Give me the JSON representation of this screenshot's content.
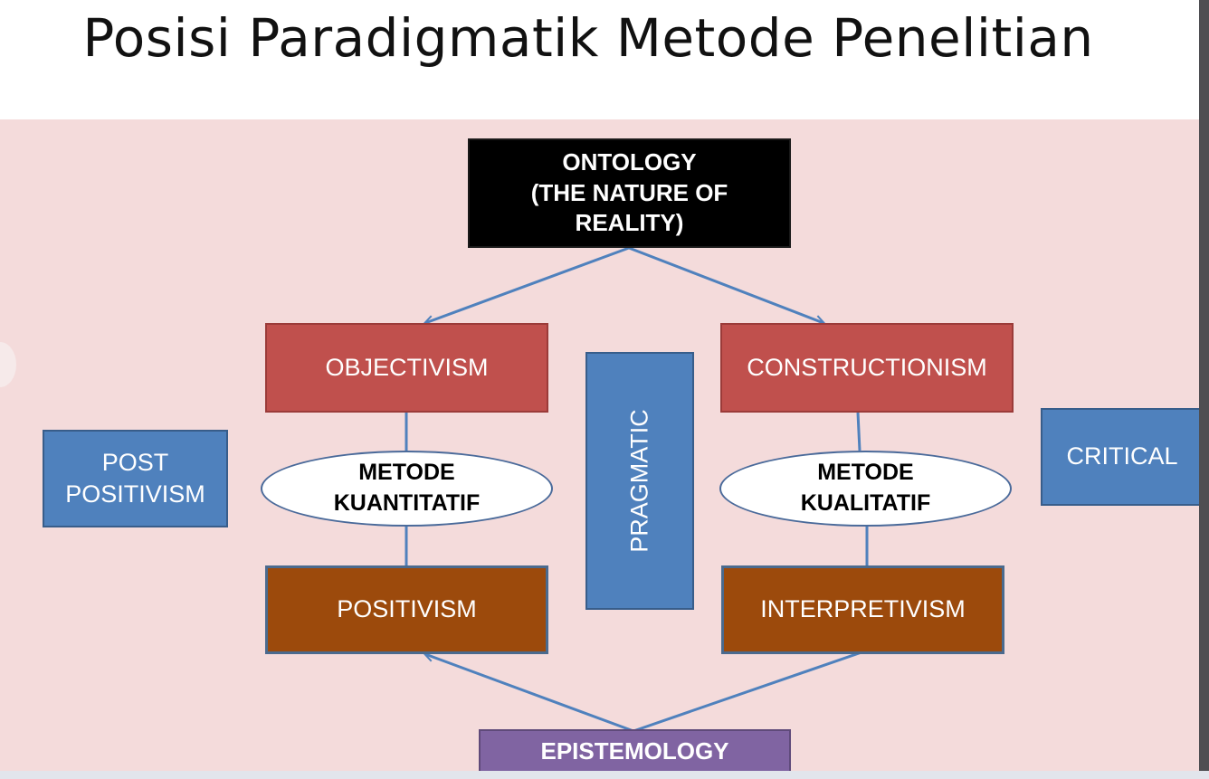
{
  "title": "Posisi Paradigmatik Metode Penelitian",
  "diagram": {
    "ontology": {
      "line1": "ONTOLOGY",
      "line2": "(THE NATURE OF",
      "line3": "REALITY)"
    },
    "objectivism": "OBJECTIVISM",
    "constructionism": "CONSTRUCTIONISM",
    "post_positivism": {
      "line1": "POST",
      "line2": "POSITIVISM"
    },
    "metode_kuantitatif": {
      "line1": "METODE",
      "line2": "KUANTITATIF"
    },
    "pragmatic": "PRAGMATIC",
    "metode_kualitatif": {
      "line1": "METODE",
      "line2": "KUALITATIF"
    },
    "critical": "CRITICAL",
    "positivism": "POSITIVISM",
    "interpretivism": "INTERPRETIVISM",
    "epistemology": "EPISTEMOLOGY"
  },
  "colors": {
    "background": "#f4dbdb",
    "black_box": "#000000",
    "red_box": "#c0504d",
    "brown_box": "#9c4a0c",
    "blue_box": "#4f81bd",
    "purple_box": "#8064a2",
    "connector": "#4f81bd"
  }
}
